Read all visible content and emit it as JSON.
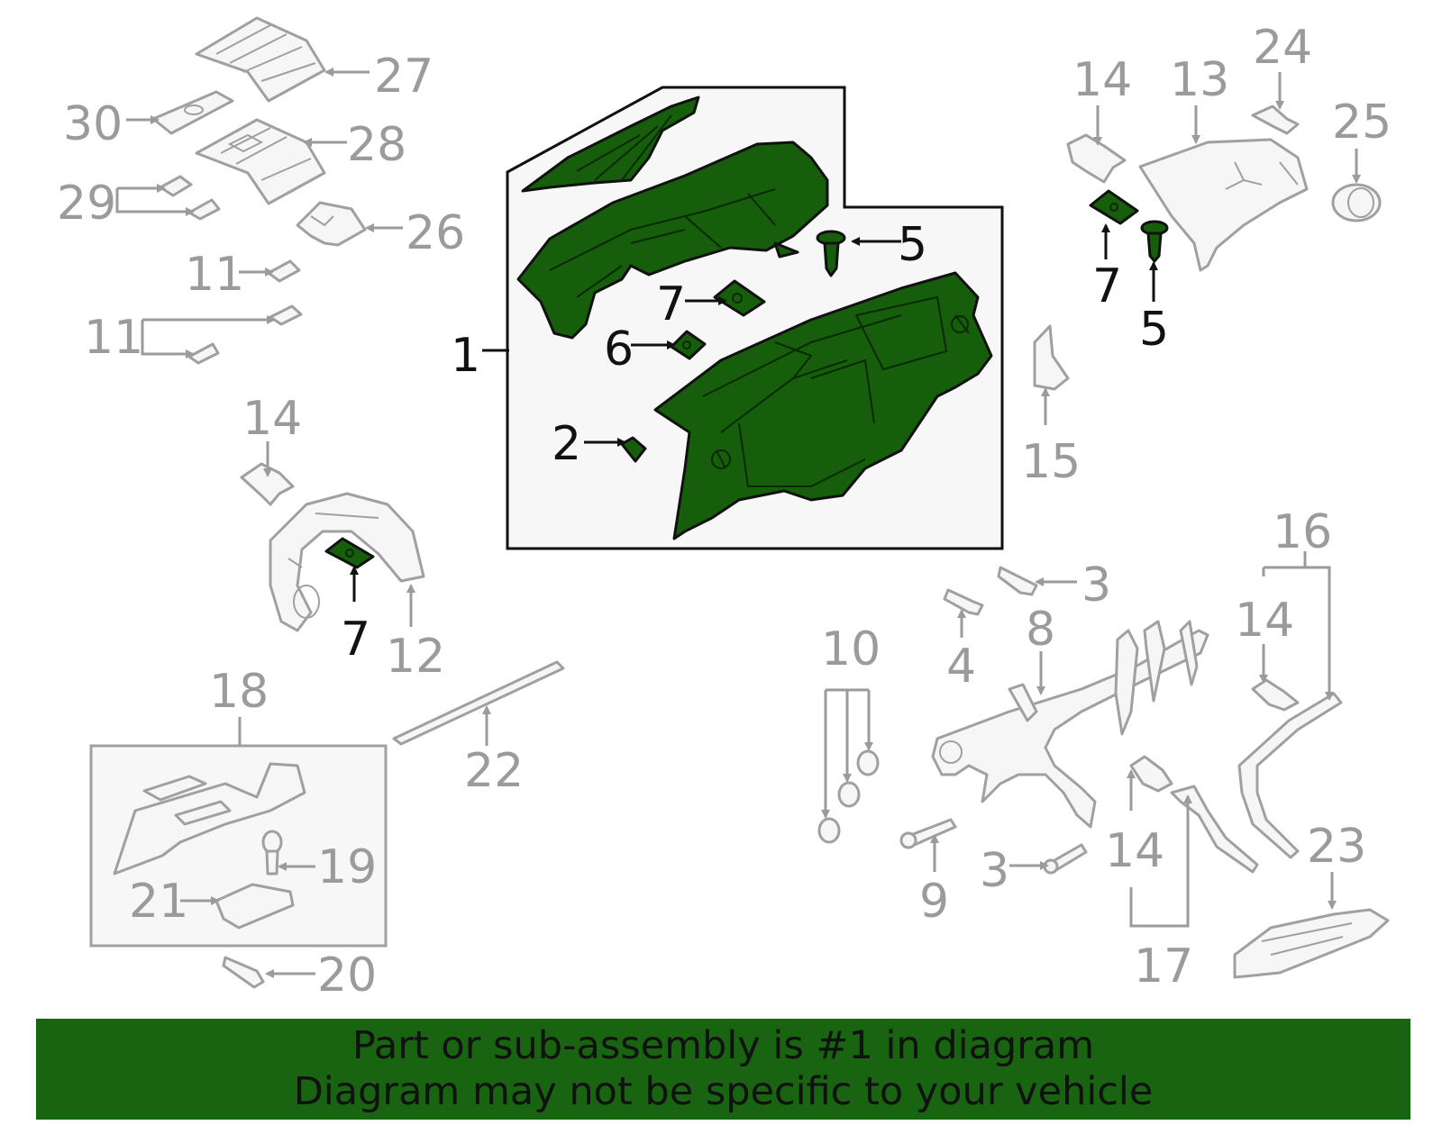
{
  "callouts": {
    "c1": "1",
    "c2": "2",
    "c3a": "3",
    "c3b": "3",
    "c4": "4",
    "c5a": "5",
    "c5b": "5",
    "c6": "6",
    "c7a": "7",
    "c7b": "7",
    "c7c": "7",
    "c8": "8",
    "c9": "9",
    "c10": "10",
    "c11a": "11",
    "c11b": "11",
    "c12": "12",
    "c13": "13",
    "c14a": "14",
    "c14b": "14",
    "c14c": "14",
    "c14d": "14",
    "c15": "15",
    "c16": "16",
    "c17": "17",
    "c18": "18",
    "c19": "19",
    "c20": "20",
    "c21": "21",
    "c22": "22",
    "c23": "23",
    "c24": "24",
    "c25": "25",
    "c26": "26",
    "c27": "27",
    "c28": "28",
    "c29": "29",
    "c30": "30"
  },
  "banner": {
    "line1": "Part or sub-assembly is #1 in diagram",
    "line2": "Diagram may not be specific to your vehicle"
  },
  "colors": {
    "highlight": "#175e0c",
    "banner": "#186410",
    "callout_grey": "#9b9b9b",
    "callout_black": "#111111"
  }
}
